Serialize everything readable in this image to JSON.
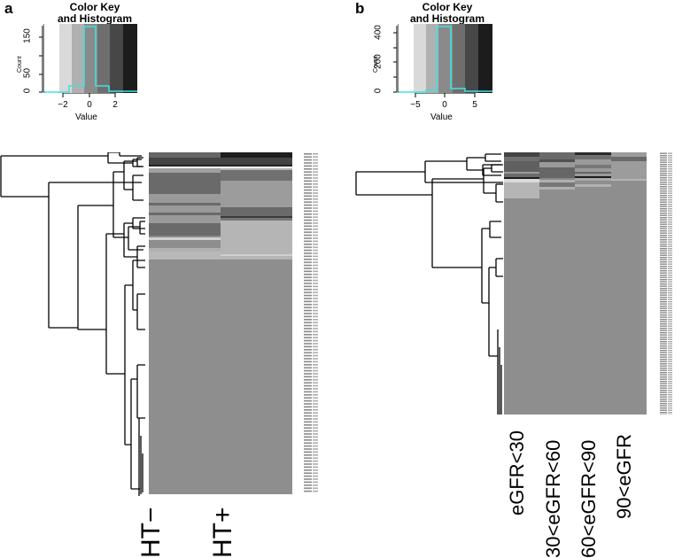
{
  "panels": [
    {
      "letter": "a",
      "color_key": {
        "title_line1": "Color Key",
        "title_line2": "and Histogram",
        "ylabel": "Count",
        "xlabel": "Value",
        "xticks": [
          "−2",
          "0",
          "2"
        ],
        "yticks": [
          "0",
          "50",
          "150"
        ],
        "line_color": "#40e0e0"
      },
      "columns": [
        "HT−",
        "HT+"
      ]
    },
    {
      "letter": "b",
      "color_key": {
        "title_line1": "Color Key",
        "title_line2": "and Histogram",
        "ylabel": "Count",
        "xlabel": "Value",
        "xticks": [
          "−5",
          "0",
          "5"
        ],
        "yticks": [
          "0",
          "200",
          "400"
        ],
        "line_color": "#40e0e0"
      },
      "columns": [
        "eGFR<30",
        "30<eGFR<60",
        "60<eGFR<90",
        "90<eGFR"
      ]
    }
  ],
  "chart_data": [
    {
      "type": "heatmap",
      "title": "a",
      "columns": [
        "HT−",
        "HT+"
      ],
      "row_count_approx": 110,
      "row_labels_legible": false,
      "dendrogram": "rows",
      "color_scale": {
        "colors": [
          "#ffffff",
          "#d9d9d9",
          "#b3b3b3",
          "#8c8c8c",
          "#666666",
          "#404040",
          "#1a1a1a"
        ],
        "value_range": [
          -3.5,
          3.5
        ]
      },
      "color_key_histogram": {
        "bins": [
          -3.5,
          -2.5,
          -1.5,
          -0.5,
          0.5,
          1.5,
          2.5,
          3.5
        ],
        "counts": [
          0,
          0,
          20,
          190,
          20,
          5,
          5
        ],
        "xlabel": "Value",
        "ylabel": "Count",
        "ylim": [
          0,
          190
        ]
      }
    },
    {
      "type": "heatmap",
      "title": "b",
      "columns": [
        "eGFR<30",
        "30<eGFR<60",
        "60<eGFR<90",
        "90<eGFR"
      ],
      "row_count_approx": 120,
      "row_labels_legible": false,
      "dendrogram": "rows",
      "color_scale": {
        "colors": [
          "#ffffff",
          "#d9d9d9",
          "#b3b3b3",
          "#8c8c8c",
          "#666666",
          "#404040",
          "#1a1a1a"
        ],
        "value_range": [
          -8,
          8
        ]
      },
      "color_key_histogram": {
        "bins": [
          -8,
          -5.7,
          -3.4,
          -1.1,
          1.1,
          3.4,
          5.7,
          8
        ],
        "counts": [
          0,
          0,
          10,
          460,
          20,
          5,
          5
        ],
        "xlabel": "Value",
        "ylabel": "Count",
        "ylim": [
          0,
          480
        ]
      }
    }
  ]
}
